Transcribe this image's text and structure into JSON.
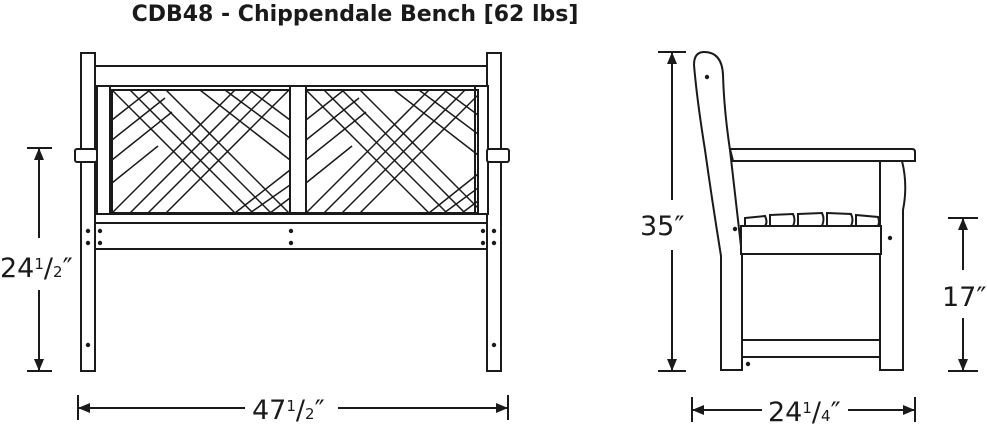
{
  "title": "CDB48 - Chippendale Bench [62 lbs]",
  "dimensions": {
    "front_width": {
      "whole": "47",
      "num": "1",
      "den": "2",
      "unit": "″"
    },
    "front_seat_height": {
      "whole": "24",
      "num": "1",
      "den": "2",
      "unit": "″"
    },
    "side_total_height": {
      "whole": "35",
      "unit": "″"
    },
    "side_depth": {
      "whole": "24",
      "num": "1",
      "den": "4",
      "unit": "″"
    },
    "side_seat_height": {
      "whole": "17",
      "unit": "″"
    }
  },
  "colors": {
    "line": "#1a1a1a",
    "background": "#ffffff"
  }
}
